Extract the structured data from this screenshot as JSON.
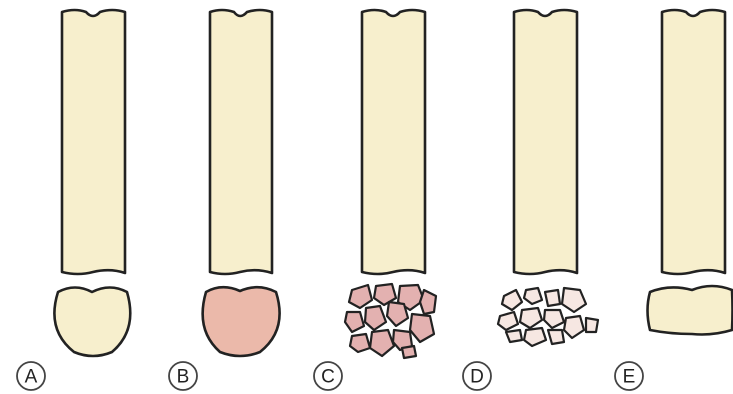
{
  "colors": {
    "shaft": "#f7efcd",
    "head_intact": "#f7efcd",
    "head_pink": "#ebb9aa",
    "fragment_pink": "#e3b1b0",
    "fragment_pale": "#f6e7e2",
    "outline": "#222222"
  },
  "panels": [
    {
      "label": "A",
      "head_style": "intact-round-cream"
    },
    {
      "label": "B",
      "head_style": "intact-round-pink"
    },
    {
      "label": "C",
      "head_style": "fragmented-pink"
    },
    {
      "label": "D",
      "head_style": "fragmented-pale"
    },
    {
      "label": "E",
      "head_style": "flattened-cream"
    }
  ]
}
